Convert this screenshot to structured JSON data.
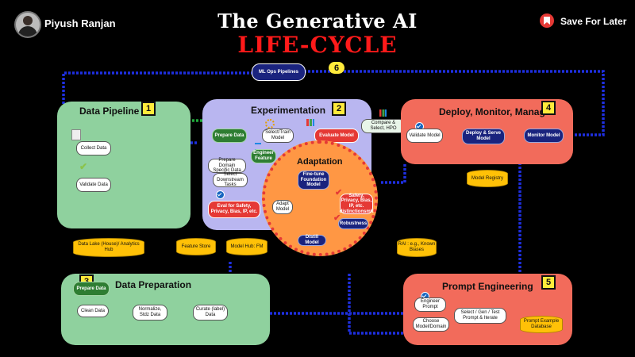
{
  "header": {
    "author": "Piyush Ranjan",
    "title_line1": "The Generative AI",
    "title_line2": "LIFE-CYCLE",
    "save_label": "Save For Later"
  },
  "mlops": {
    "label": "ML Ops Pipelines",
    "badge": "6"
  },
  "data_pipeline": {
    "title": "Data Pipeline",
    "badge": "1",
    "collect": "Collect Data",
    "validate": "Validate Data"
  },
  "experimentation": {
    "title": "Experimentation",
    "badge": "2",
    "prepare_data": "Prepare Data",
    "select_train": "Select/Train Model",
    "evaluate": "Evaluate Model",
    "engineer_feature": "Engineer Feature",
    "prepare_domain": "Prepare Domain Specific Data",
    "select_tasks": "Select Downstream Tasks",
    "eval_safety": "Eval for Safety, Privacy, Bias, IP, etc."
  },
  "compare": "Compare & Select, HPO",
  "adaptation": {
    "title": "Adaptation",
    "finetune": "Fine-tune Foundation Model",
    "safety": "Safety, Privacy, Bias, IP, etc. distinctionsmlt",
    "adapt": "Adapt Model",
    "robustness": "Robustness",
    "distill": "Distill Model"
  },
  "deploy": {
    "title": "Deploy, Monitor, Manage",
    "badge": "4",
    "validate": "Validate Model",
    "deploy_serve": "Deploy & Serve Model",
    "monitor": "Monitor Model",
    "registry": "Model Registry"
  },
  "stores": {
    "data_lake": "Data Lake (House)/ Analytics Hub",
    "feature_store": "Feature Store",
    "model_hub": "Model Hub: FM",
    "rai": "RAI : e.g., Known Biases"
  },
  "data_prep": {
    "title": "Data Preparation",
    "badge": "3",
    "prepare": "Prepare Data",
    "clean": "Clean Data",
    "normalize": "Normalize, Stdz Data",
    "curate": "Curate (label) Data"
  },
  "prompt": {
    "title": "Prompt Engineering",
    "badge": "5",
    "engineer": "Engineer Prompt",
    "choose": "Choose Model/Domain",
    "select_gen": "Select / Gen / Test Prompt & Iterate",
    "example_db": "Prompt Example Database"
  },
  "colors": {
    "green_panel": "#8fd19e",
    "purple_panel": "#b9b6f0",
    "red_panel": "#f26b5b",
    "orange_circle": "#ff9744",
    "badge": "#ffeb3b",
    "navy": "#1a237e",
    "red": "#e53935"
  }
}
